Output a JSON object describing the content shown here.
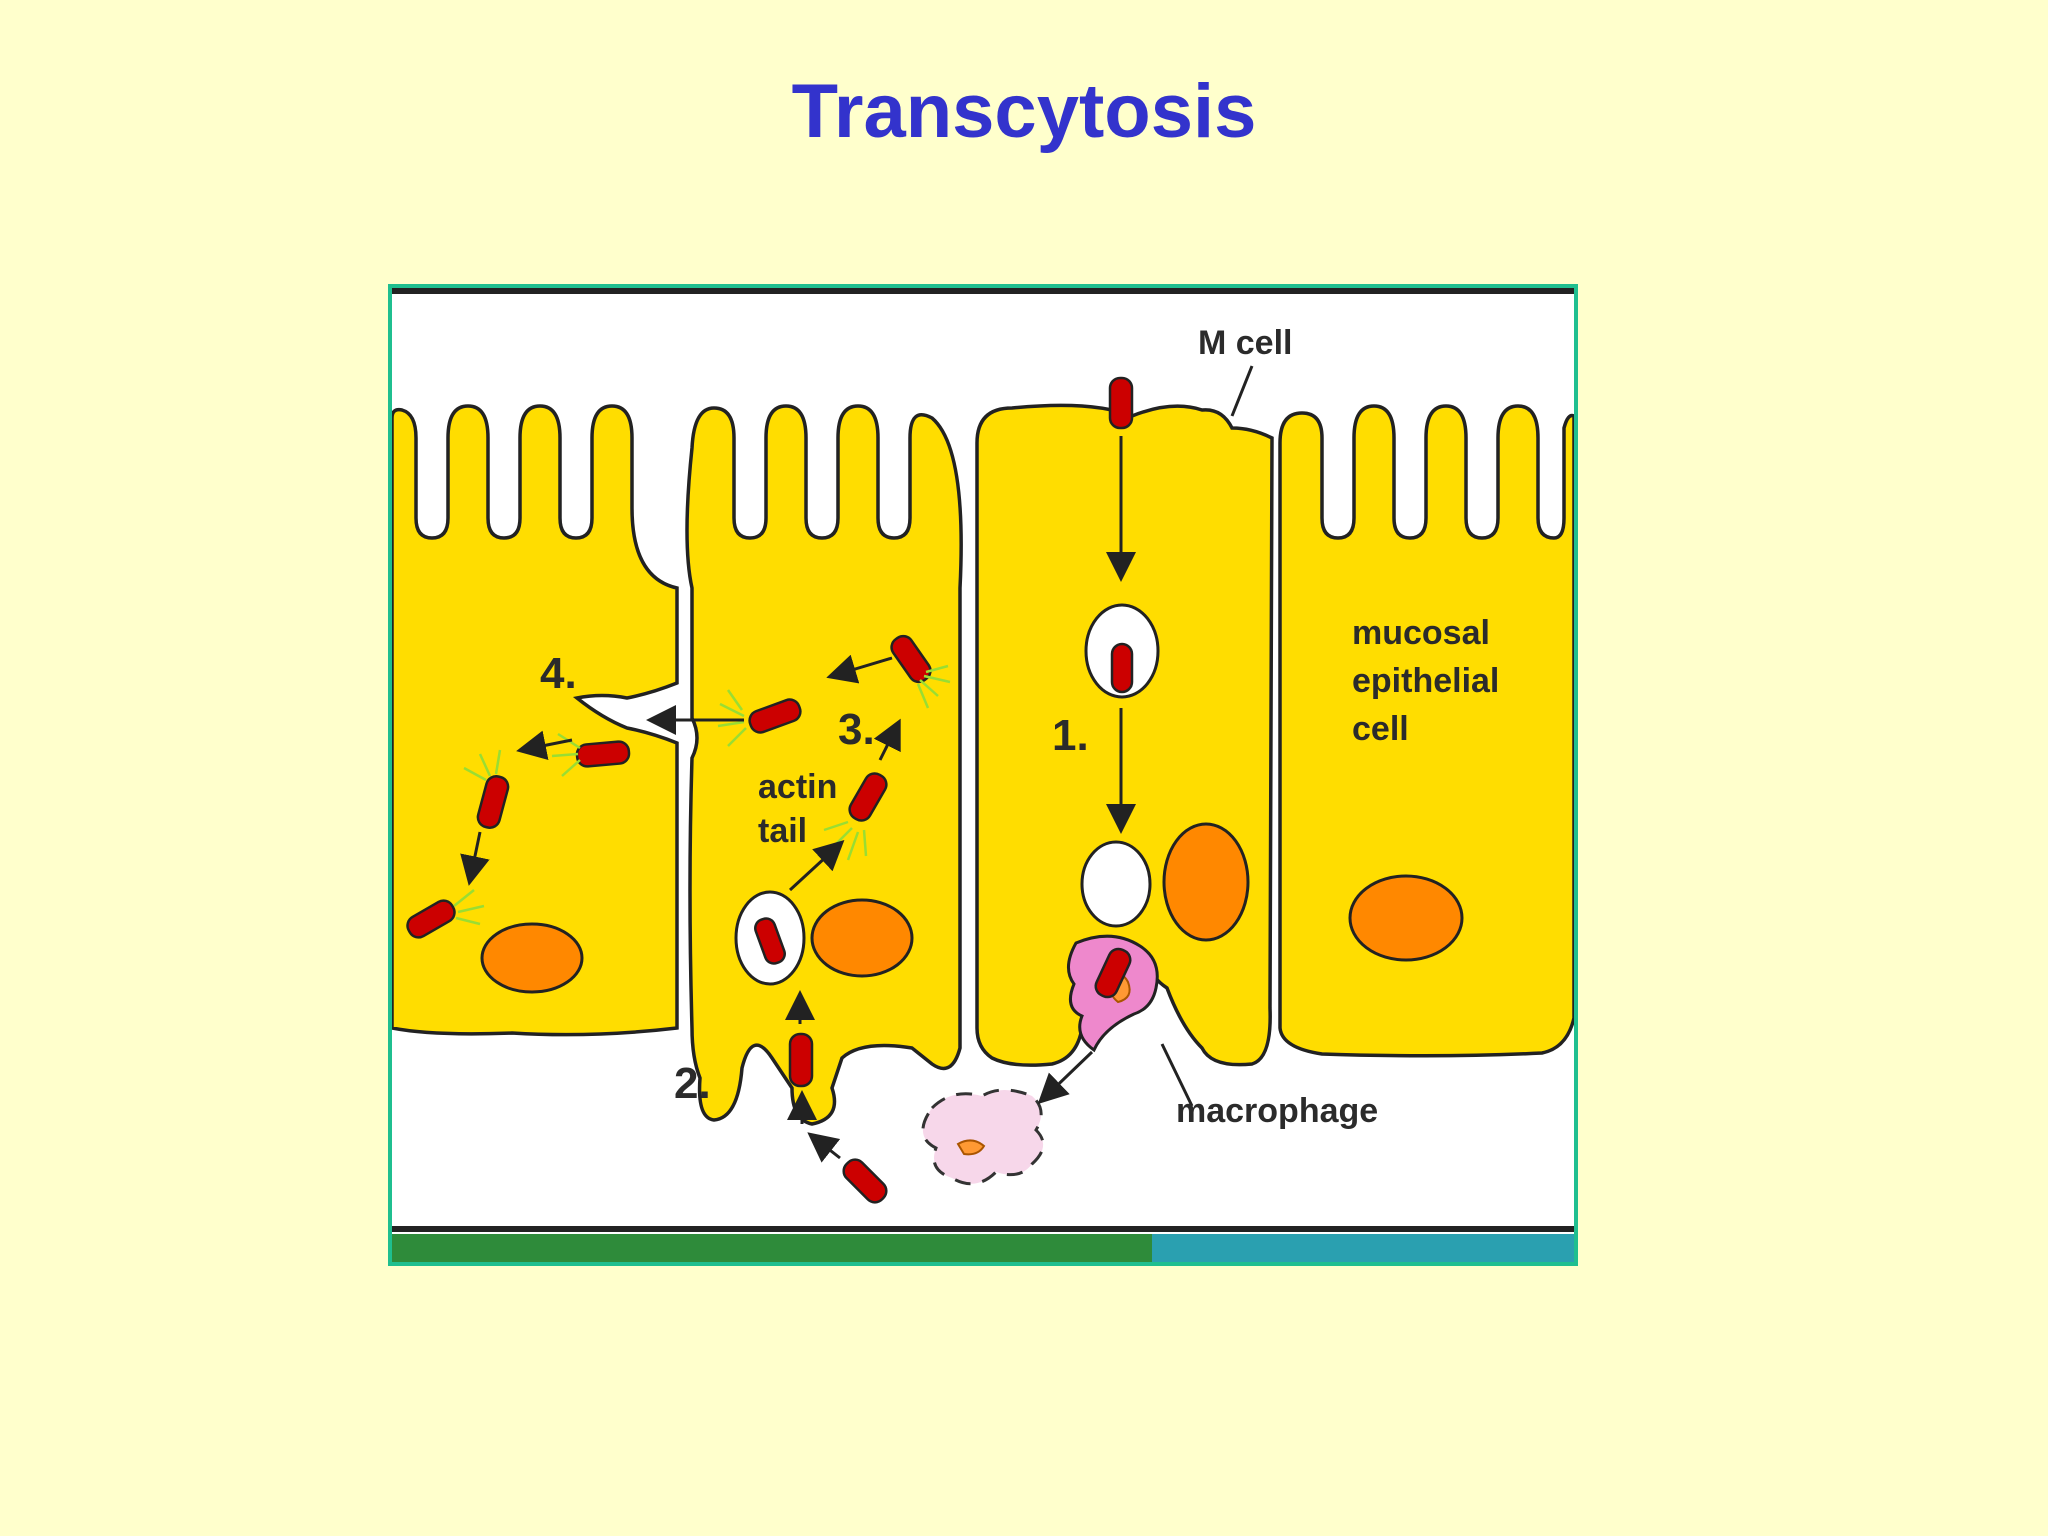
{
  "slide": {
    "title": "Transcytosis"
  },
  "diagram": {
    "labels": {
      "m_cell": "M cell",
      "mucosal_line1": "mucosal",
      "mucosal_line2": "epithelial",
      "mucosal_line3": "cell",
      "actin_line1": "actin",
      "actin_line2": "tail",
      "macrophage": "macrophage"
    },
    "steps": {
      "step1": "1.",
      "step2": "2.",
      "step3": "3.",
      "step4": "4."
    },
    "colors": {
      "cell_fill": "#ffdd00",
      "nucleus": "#ff8800",
      "bacterium": "#cc0000",
      "macrophage": "#ee88cc",
      "actin": "#99dd33",
      "frame_border": "#1fbf8f",
      "title": "#3333cc"
    }
  }
}
